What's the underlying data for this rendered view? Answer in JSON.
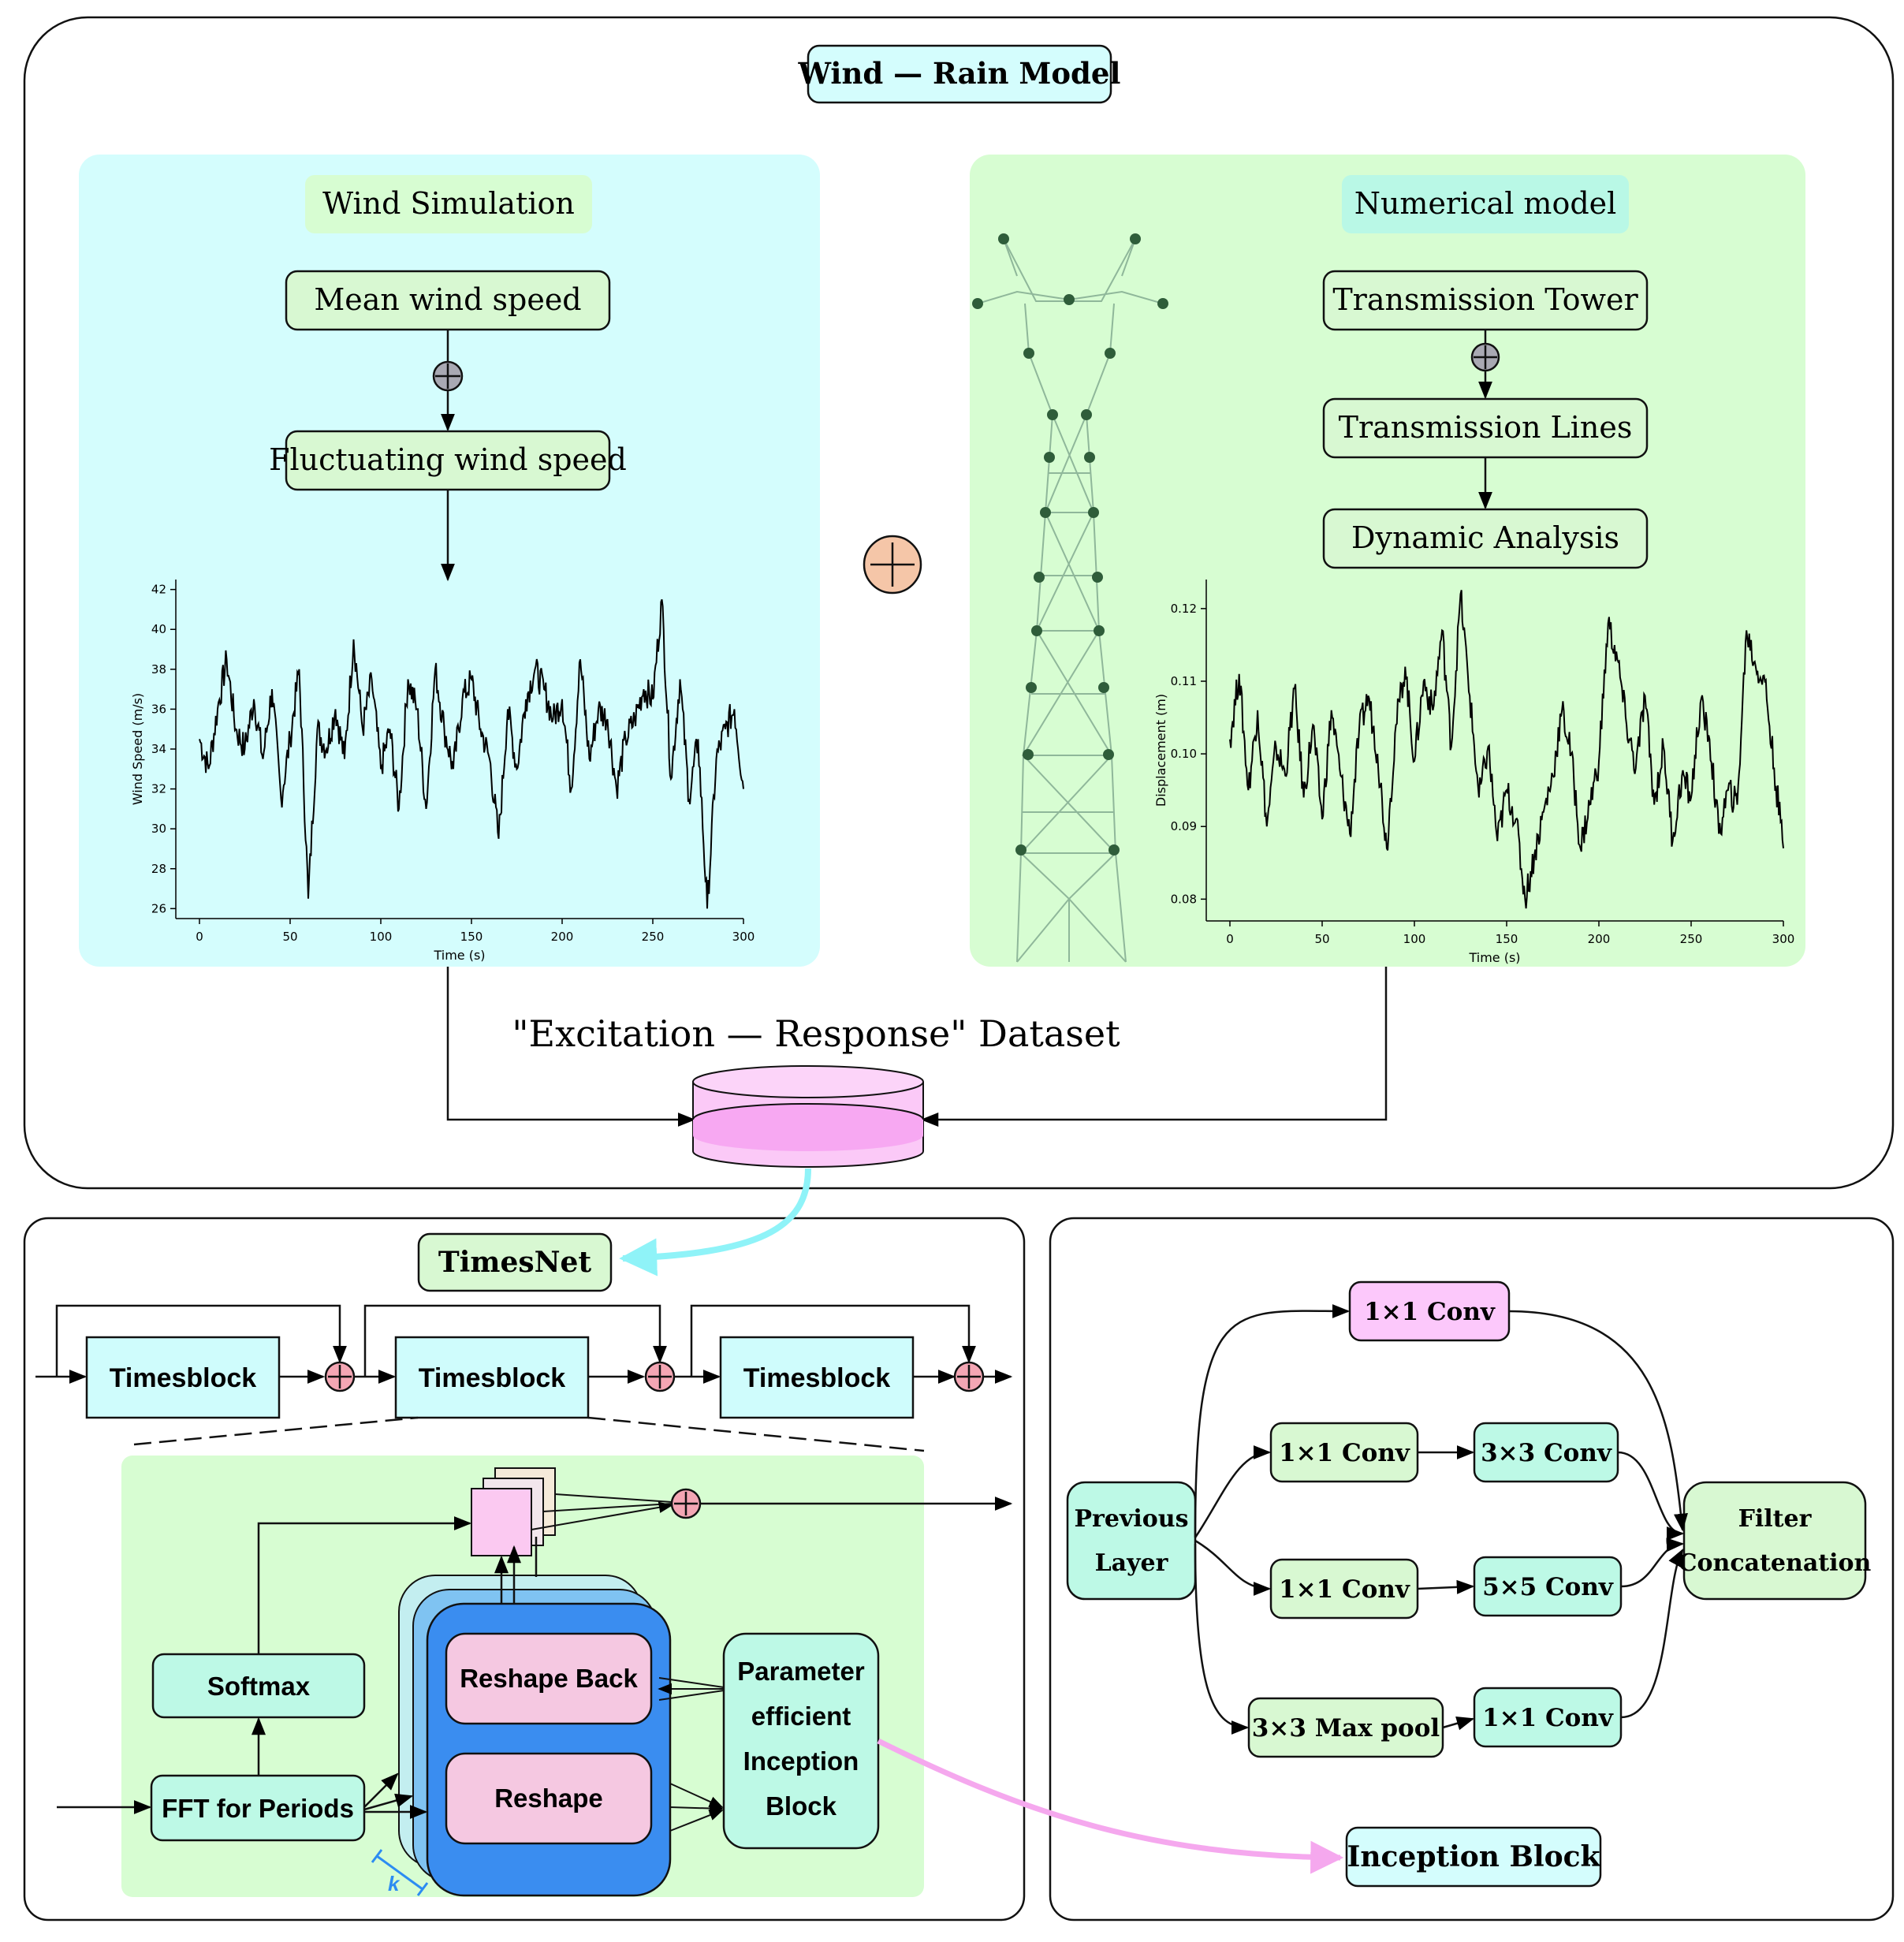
{
  "colors": {
    "cyan_panel": "#d4fdfd",
    "green_panel": "#d7fdd2",
    "node_green": "#d8f8d2",
    "timesblock_cyan": "#cffcfc",
    "teal_box": "#bdf9e6",
    "pink_box": "#fcc8fb",
    "reshape_pink": "#f5c8e1",
    "blue_stack": "#3a8df0",
    "db_pink": "#f7a8f2",
    "plus_pink": "#f4a6b4",
    "plus_peach": "#f5c6a8",
    "plus_gray": "#a9a9b3",
    "series_black": "#000000",
    "tower_node": "#2f5d3a"
  },
  "top": {
    "title": "Wind — Rain Model",
    "wind_panel": {
      "header": "Wind Simulation",
      "mean": "Mean wind speed",
      "fluct": "Fluctuating wind speed"
    },
    "numerical_panel": {
      "header": "Numerical model",
      "tower": "Transmission Tower",
      "lines": "Transmission Lines",
      "dynamic": "Dynamic Analysis"
    },
    "dataset_label": "\"Excitation — Response\" Dataset"
  },
  "bottom_left": {
    "timesnet": "TimesNet",
    "timesblock_1": "Timesblock",
    "timesblock_2": "Timesblock",
    "timesblock_3": "Timesblock",
    "softmax": "Softmax",
    "fft": "FFT for Periods",
    "reshape_back": "Reshape Back",
    "reshape": "Reshape",
    "param_line1": "Parameter",
    "param_line2": "efficient",
    "param_line3": "Inception",
    "param_line4": "Block",
    "k_label": "k"
  },
  "bottom_right": {
    "previous_line1": "Previous",
    "previous_line2": "Layer",
    "conv_top": "1×1  Conv",
    "conv_a1": "1×1  Conv",
    "conv_a2": "3×3  Conv",
    "conv_b1": "1×1  Conv",
    "conv_b2": "5×5  Conv",
    "maxpool": "3×3  Max pool",
    "conv_c2": "1×1  Conv",
    "filter_line1": "Filter",
    "filter_line2": "Concatenation",
    "inception_block": "Inception Block"
  },
  "chart_data": [
    {
      "type": "line",
      "title": "",
      "xlabel": "Time (s)",
      "ylabel": "Wind Speed (m/s)",
      "xlim": [
        0,
        300
      ],
      "ylim": [
        25.5,
        42.5
      ],
      "xticks": [
        0,
        50,
        100,
        150,
        200,
        250,
        300
      ],
      "yticks": [
        26,
        28,
        30,
        32,
        34,
        36,
        38,
        40,
        42
      ],
      "series": [
        {
          "x": [
            0,
            5,
            10,
            15,
            20,
            25,
            30,
            35,
            40,
            45,
            50,
            55,
            60,
            65,
            70,
            75,
            80,
            85,
            90,
            95,
            100,
            105,
            110,
            115,
            120,
            125,
            130,
            135,
            140,
            145,
            150,
            155,
            160,
            165,
            170,
            175,
            180,
            185,
            190,
            195,
            200,
            205,
            210,
            215,
            220,
            225,
            230,
            235,
            240,
            245,
            250,
            255,
            260,
            265,
            270,
            275,
            280,
            285,
            290,
            295,
            300
          ],
          "values": [
            34.5,
            33.0,
            36.0,
            38.5,
            35.0,
            34.0,
            36.5,
            33.5,
            37.0,
            31.5,
            34.5,
            38.0,
            26.5,
            35.0,
            34.0,
            36.0,
            33.5,
            39.5,
            35.0,
            37.5,
            33.0,
            35.0,
            31.0,
            37.5,
            36.0,
            31.0,
            38.0,
            35.0,
            33.0,
            36.5,
            37.5,
            35.0,
            33.5,
            29.5,
            36.0,
            33.0,
            36.5,
            38.0,
            37.0,
            35.5,
            36.5,
            32.0,
            38.5,
            33.5,
            36.0,
            35.5,
            32.0,
            34.5,
            35.5,
            37.0,
            36.5,
            41.5,
            32.5,
            37.5,
            31.5,
            34.5,
            26.0,
            33.5,
            35.0,
            36.0,
            32.0
          ]
        }
      ]
    },
    {
      "type": "line",
      "title": "",
      "xlabel": "Time (s)",
      "ylabel": "Displacement (m)",
      "xlim": [
        0,
        300
      ],
      "ylim": [
        0.077,
        0.124
      ],
      "xticks": [
        0,
        50,
        100,
        150,
        200,
        250,
        300
      ],
      "yticks": [
        0.08,
        0.09,
        0.1,
        0.11,
        0.12
      ],
      "series": [
        {
          "x": [
            0,
            5,
            10,
            15,
            20,
            25,
            30,
            35,
            40,
            45,
            50,
            55,
            60,
            65,
            70,
            75,
            80,
            85,
            90,
            95,
            100,
            105,
            110,
            115,
            120,
            125,
            130,
            135,
            140,
            145,
            150,
            155,
            160,
            165,
            170,
            175,
            180,
            185,
            190,
            195,
            200,
            205,
            210,
            215,
            220,
            225,
            230,
            235,
            240,
            245,
            250,
            255,
            260,
            265,
            270,
            275,
            280,
            285,
            290,
            295,
            300
          ],
          "values": [
            0.102,
            0.111,
            0.095,
            0.106,
            0.09,
            0.101,
            0.097,
            0.109,
            0.094,
            0.104,
            0.091,
            0.106,
            0.097,
            0.089,
            0.103,
            0.108,
            0.1,
            0.087,
            0.104,
            0.112,
            0.099,
            0.11,
            0.106,
            0.117,
            0.101,
            0.122,
            0.108,
            0.094,
            0.101,
            0.088,
            0.095,
            0.091,
            0.08,
            0.086,
            0.092,
            0.097,
            0.106,
            0.1,
            0.087,
            0.093,
            0.099,
            0.118,
            0.113,
            0.104,
            0.098,
            0.108,
            0.093,
            0.101,
            0.088,
            0.097,
            0.094,
            0.107,
            0.102,
            0.089,
            0.095,
            0.093,
            0.117,
            0.112,
            0.11,
            0.098,
            0.087
          ]
        }
      ]
    }
  ]
}
